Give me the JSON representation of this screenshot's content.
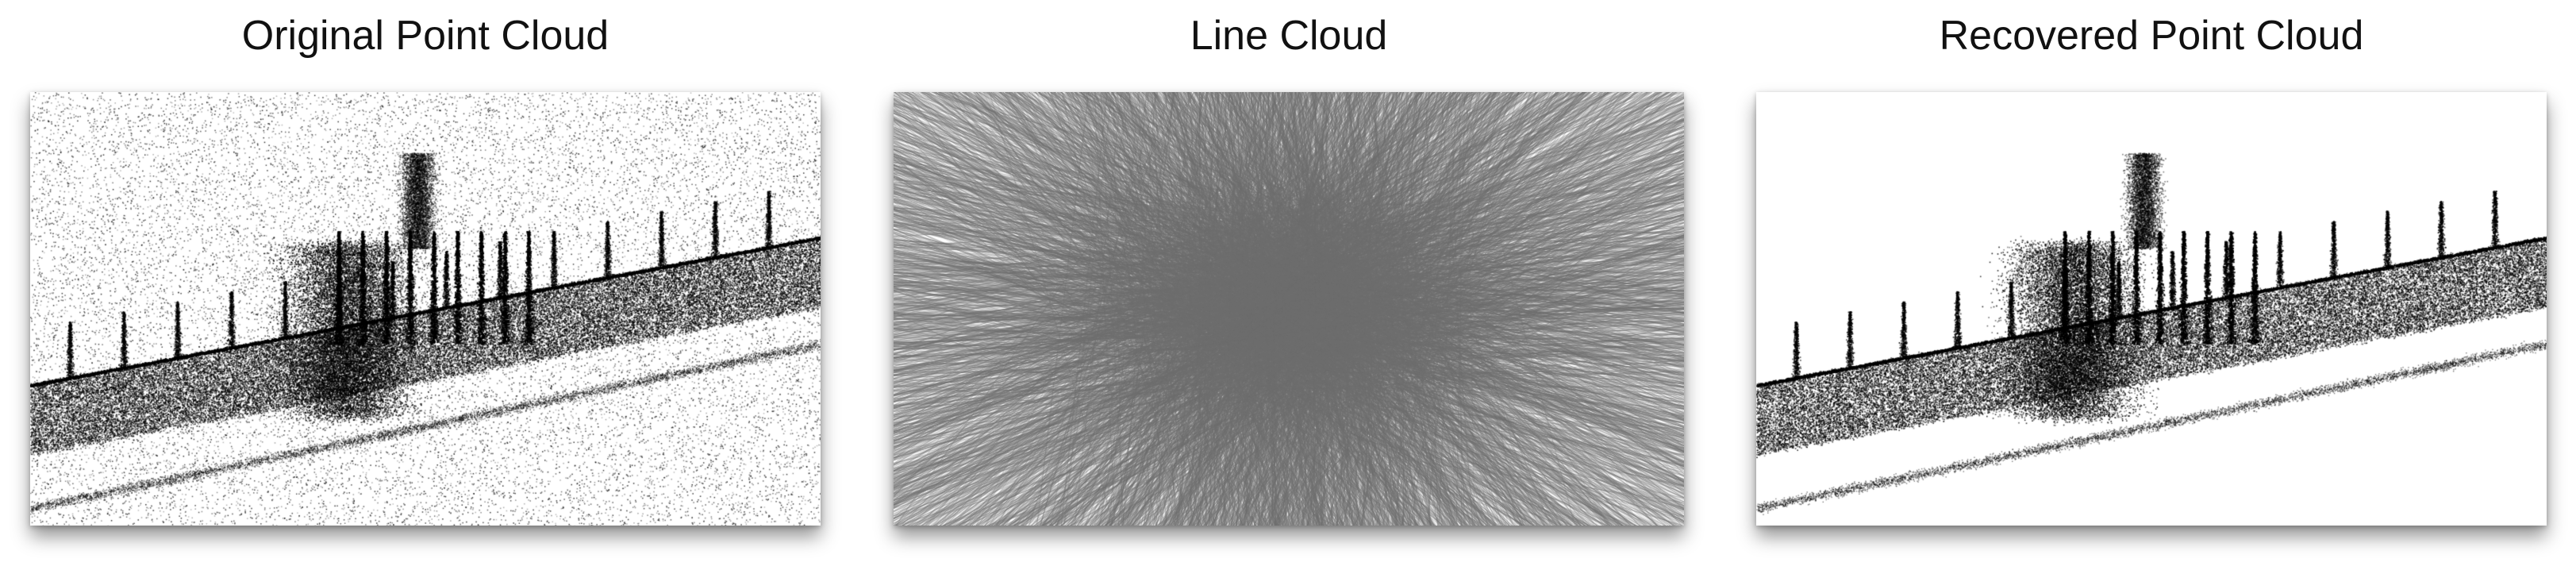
{
  "figure": {
    "panels": [
      {
        "title": "Original Point Cloud",
        "visual": "noisy-point-cloud-building"
      },
      {
        "title": "Line Cloud",
        "visual": "dense-random-line-cloud"
      },
      {
        "title": "Recovered Point Cloud",
        "visual": "clean-point-cloud-building"
      }
    ],
    "colors": {
      "points": "#000000",
      "lines": "#6e6e6e",
      "background": "#ffffff"
    }
  }
}
